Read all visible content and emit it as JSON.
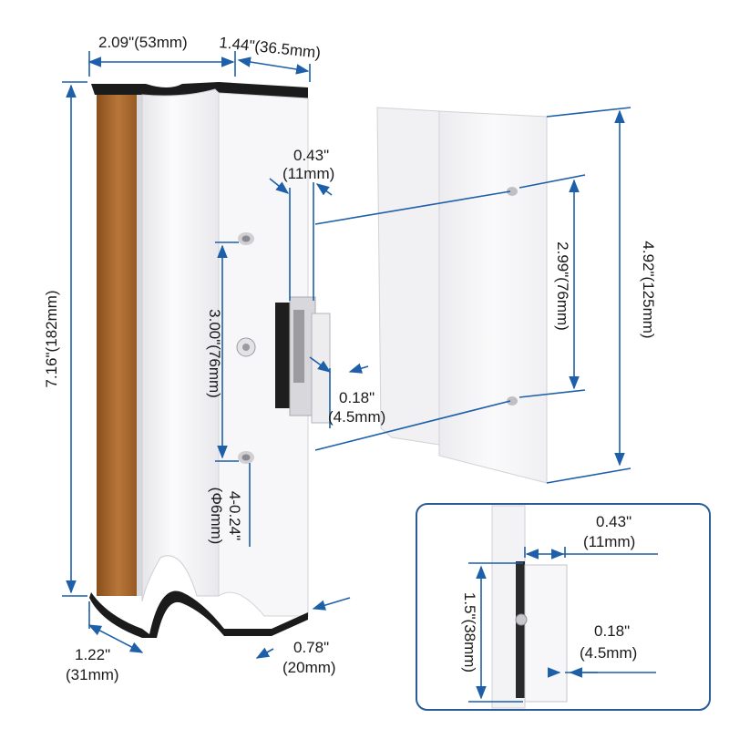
{
  "colors": {
    "dimension_line": "#1d5fa8",
    "handle_body": "#f4f4f6",
    "wood_insert": "#a5642a",
    "end_cap": "#1b1b1b",
    "callout_border": "#2b5c98"
  },
  "dimensions": {
    "top_width_a": "2.09\"(53mm)",
    "top_width_b": "1.44\"(36.5mm)",
    "overall_height": "7.16\"(182mm)",
    "hole_spacing": "3.00\"(76mm)",
    "hole_size": "4-0.24\"",
    "hole_size_mm": "(Φ6mm)",
    "latch_offset": "0.43\"",
    "latch_offset_mm": "(11mm)",
    "latch_depth": "0.18\"",
    "latch_depth_mm": "(4.5mm)",
    "plate_height": "4.92\"(125mm)",
    "plate_hole_spacing": "2.99\"(76mm)",
    "bottom_depth": "1.22\"",
    "bottom_depth_mm": "(31mm)",
    "bottom_width": "0.78\"",
    "bottom_width_mm": "(20mm)"
  },
  "detail_inset": {
    "latch_offset": "0.43\"",
    "latch_offset_mm": "(11mm)",
    "latch_height": "1.5\"(38mm)",
    "latch_depth": "0.18\"",
    "latch_depth_mm": "(4.5mm)"
  }
}
